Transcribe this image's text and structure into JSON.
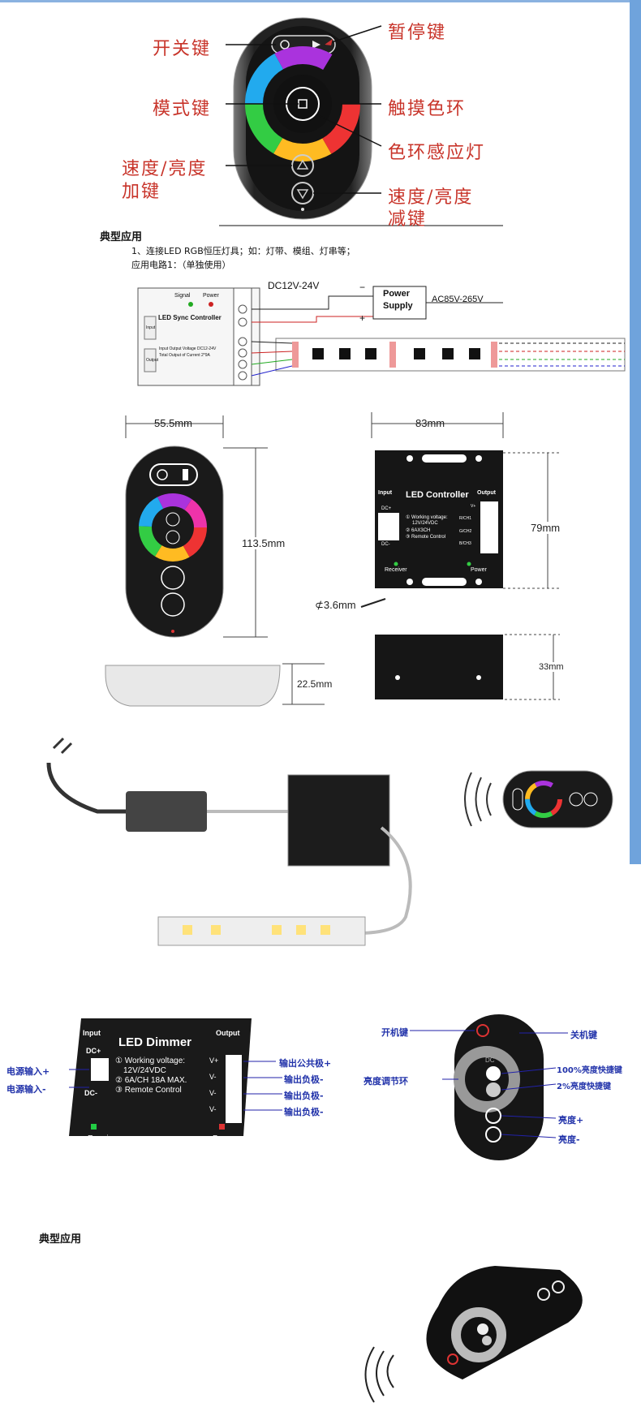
{
  "remote_callout": {
    "power_key": "开关键",
    "pause_key": "暂停键",
    "mode_key": "模式键",
    "touch_ring": "触摸色环",
    "ring_led": "色环感应灯",
    "speed_up_line1": "速度/亮度",
    "speed_up_line2": "加键",
    "speed_down_line1": "速度/亮度",
    "speed_down_line2": "减键"
  },
  "application1": {
    "heading": "典型应用",
    "line1": "1、连接LED RGB恒压灯具；如：灯带、模组、灯串等；",
    "line2": "应用电路1：（单独使用）",
    "signal": "Signal",
    "power": "Power",
    "controller": "LED Sync Controller",
    "input": "Input",
    "output": "Output",
    "specs": "Input Output Voltage DC12-24V",
    "specs2": "Total Output of Current 2*9A",
    "dc": "DC12V-24V",
    "minus": "−",
    "plus": "+",
    "ps1": "Power",
    "ps2": "Supply",
    "ac": "AC85V-265V"
  },
  "dimensions": {
    "remote_width": "55.5mm",
    "remote_height": "113.5mm",
    "remote_depth": "22.5mm",
    "ctrl_width": "83mm",
    "ctrl_height": "79mm",
    "ctrl_depth": "33mm",
    "hole": "⊄3.6mm",
    "input": "Input",
    "output": "Output",
    "title": "LED Controller",
    "dcplus": "DC+",
    "dcminus": "DC-",
    "spec1": "① Working voltage:",
    "spec1b": "12V/24VDC",
    "spec2": "② 6AX3CH",
    "spec3": "③ Remote Control",
    "vplus": "V+",
    "ch1": "R/CH1",
    "ch2": "G/CH2",
    "ch3": "B/CH3",
    "receiver": "Receiver",
    "power": "Power"
  },
  "dimmer": {
    "input": "Input",
    "output": "Output",
    "title": "LED Dimmer",
    "dcplus": "DC+",
    "dcminus": "DC-",
    "spec1": "① Working voltage:",
    "spec1b": "12V/24VDC",
    "spec2": "② 6A/CH  18A MAX.",
    "spec3": "③ Remote Control",
    "vplus": "V+",
    "vminus": "V-",
    "receiver": "Receiver",
    "power": "Power",
    "in_plus": "电源输入+",
    "in_minus": "电源输入-",
    "out_common": "输出公共极+",
    "out_neg1": "输出负极-",
    "out_neg2": "输出负极-",
    "out_neg3": "输出负极-",
    "power_on": "开机键",
    "power_off": "关机键",
    "ring": "亮度调节环",
    "full": "100%亮度快捷键",
    "low": "2%亮度快捷键",
    "bright_up": "亮度+",
    "bright_down": "亮度-",
    "dc_logo": "DC"
  },
  "application2": {
    "heading": "典型应用"
  }
}
